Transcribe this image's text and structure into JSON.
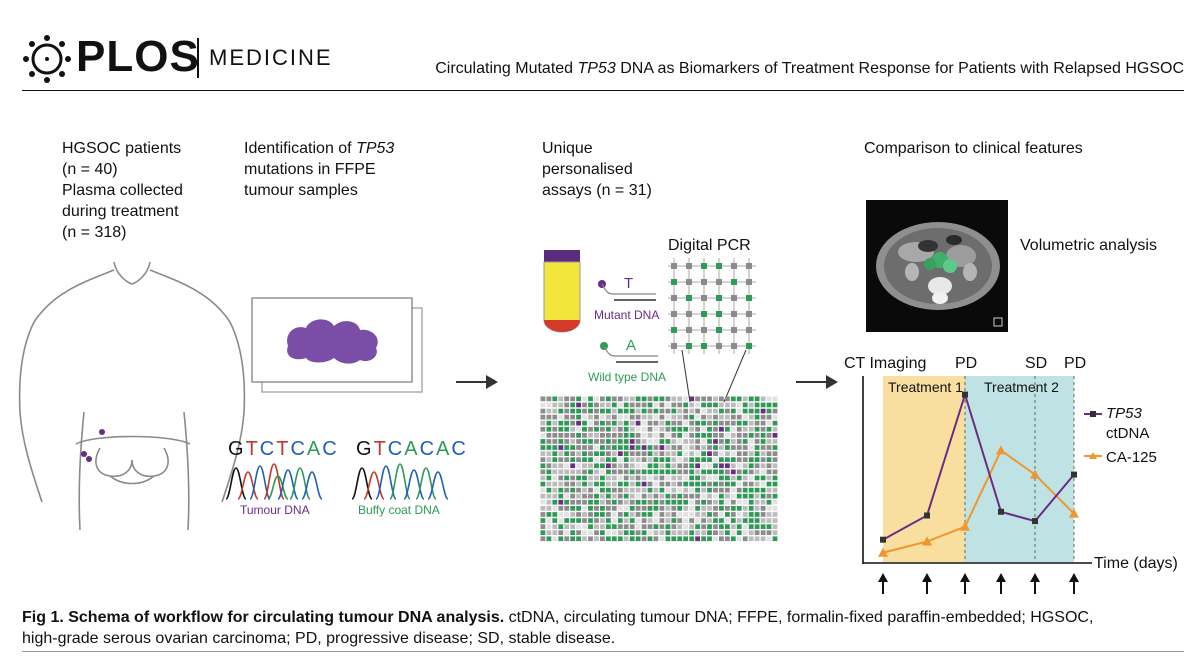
{
  "header": {
    "logo_word": "PLOS",
    "journal": "MEDICINE",
    "title_pre": "Circulating Mutated ",
    "title_gene": "TP53",
    "title_post": " DNA as Biomarkers of Treatment Response for Patients with Relapsed HGSOC"
  },
  "steps": {
    "patients": [
      "HGSOC patients",
      "(n = 40)",
      "Plasma collected",
      "during treatment",
      "(n = 318)"
    ],
    "identification_pre": "Identification of ",
    "identification_gene": "TP53",
    "identification_rest": [
      "mutations in FFPE",
      "tumour samples"
    ],
    "assays": [
      "Unique",
      "personalised",
      "assays (n = 31)"
    ],
    "comparison": "Comparison to clinical features"
  },
  "sequencing": {
    "tumour_bases": [
      "G",
      "T",
      "C",
      "T",
      "C",
      "A",
      "C"
    ],
    "buffy_bases": [
      "G",
      "T",
      "C",
      "A",
      "C",
      "A",
      "C"
    ],
    "tumour_label": "Tumour DNA",
    "buffy_label": "Buffy coat DNA"
  },
  "pcr": {
    "title": "Digital PCR",
    "mutant_base": "T",
    "mutant_label": "Mutant DNA",
    "wild_base": "A",
    "wild_label": "Wild type DNA"
  },
  "imaging": {
    "label": "Volumetric analysis"
  },
  "colors": {
    "purple": "#6a2c84",
    "green": "#2e9a55",
    "orange": "#f0962e",
    "treatment1": "#f8dfa0",
    "treatment2": "#bfe2e4",
    "blob": "#7a4ea6"
  },
  "timeline": {
    "ct_label": "CT Imaging",
    "pd1": "PD",
    "sd": "SD",
    "pd2": "PD",
    "treatment1": "Treatment 1",
    "treatment2": "Treatment 2",
    "legend_ctdna_gene": "TP53",
    "legend_ctdna": "ctDNA",
    "legend_ca125": "CA-125",
    "xlabel": "Time (days)"
  },
  "chart_data": {
    "type": "line",
    "xlabel": "Time (days)",
    "series": [
      {
        "name": "TP53 ctDNA",
        "values": [
          0.12,
          0.25,
          0.9,
          0.27,
          0.22,
          0.47
        ]
      },
      {
        "name": "CA-125",
        "values": [
          0.05,
          0.11,
          0.19,
          0.6,
          0.47,
          0.26
        ]
      }
    ]
  },
  "caption": {
    "bold": "Fig 1. Schema of workflow for circulating tumour DNA analysis.",
    "line1_rest": " ctDNA, circulating tumour DNA; FFPE, formalin-fixed paraffin-embedded; HGSOC,",
    "line2": "high-grade serous ovarian carcinoma; PD, progressive disease; SD, stable disease."
  }
}
